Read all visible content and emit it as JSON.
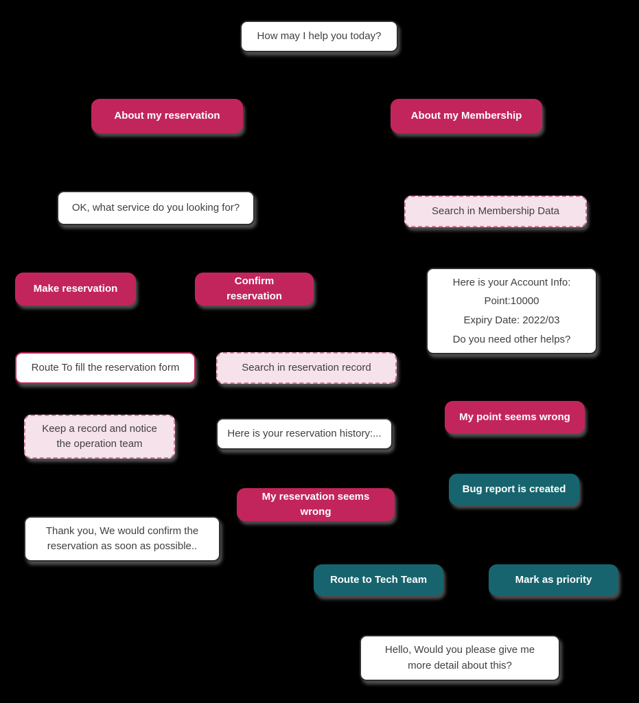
{
  "colors": {
    "background": "#000000",
    "crimson": "#c2255c",
    "teal": "#17646e",
    "process_bg": "#f6e2ea",
    "process_border": "#cf7f9f",
    "white_node_border": "#2e2e2e",
    "dark_text": "#3f3f3f"
  },
  "nodes": {
    "how_help": {
      "text": "How may I help you today?"
    },
    "about_reservation": {
      "text": "About my reservation"
    },
    "about_membership": {
      "text": "About my Membership"
    },
    "ok_service": {
      "text": "OK, what service do you looking for?"
    },
    "search_membership": {
      "text": "Search in Membership Data"
    },
    "make_reservation": {
      "text": "Make reservation"
    },
    "confirm_reservation": {
      "text": "Confirm reservation"
    },
    "account_info": {
      "text": "Here is your Account Info:\nPoint:10000\nExpiry Date: 2022/03\nDo you need other helps?"
    },
    "route_fill_form": {
      "text": "Route To fill the reservation form"
    },
    "search_reservation_record": {
      "text": "Search in reservation record"
    },
    "my_point_wrong": {
      "text": "My point seems wrong"
    },
    "keep_record": {
      "text": "Keep a record and notice\nthe operation team"
    },
    "reservation_history": {
      "text": "Here is your reservation history:..."
    },
    "bug_report": {
      "text": "Bug report is created"
    },
    "my_reservation_wrong": {
      "text": "My reservation seems wrong"
    },
    "thank_you": {
      "text": "Thank you, We would confirm the\nreservation as soon as possible.."
    },
    "route_tech_team": {
      "text": "Route to Tech Team"
    },
    "mark_priority": {
      "text": "Mark as priority"
    },
    "hello_detail": {
      "text": "Hello, Would you please give me\nmore detail about this?"
    }
  }
}
